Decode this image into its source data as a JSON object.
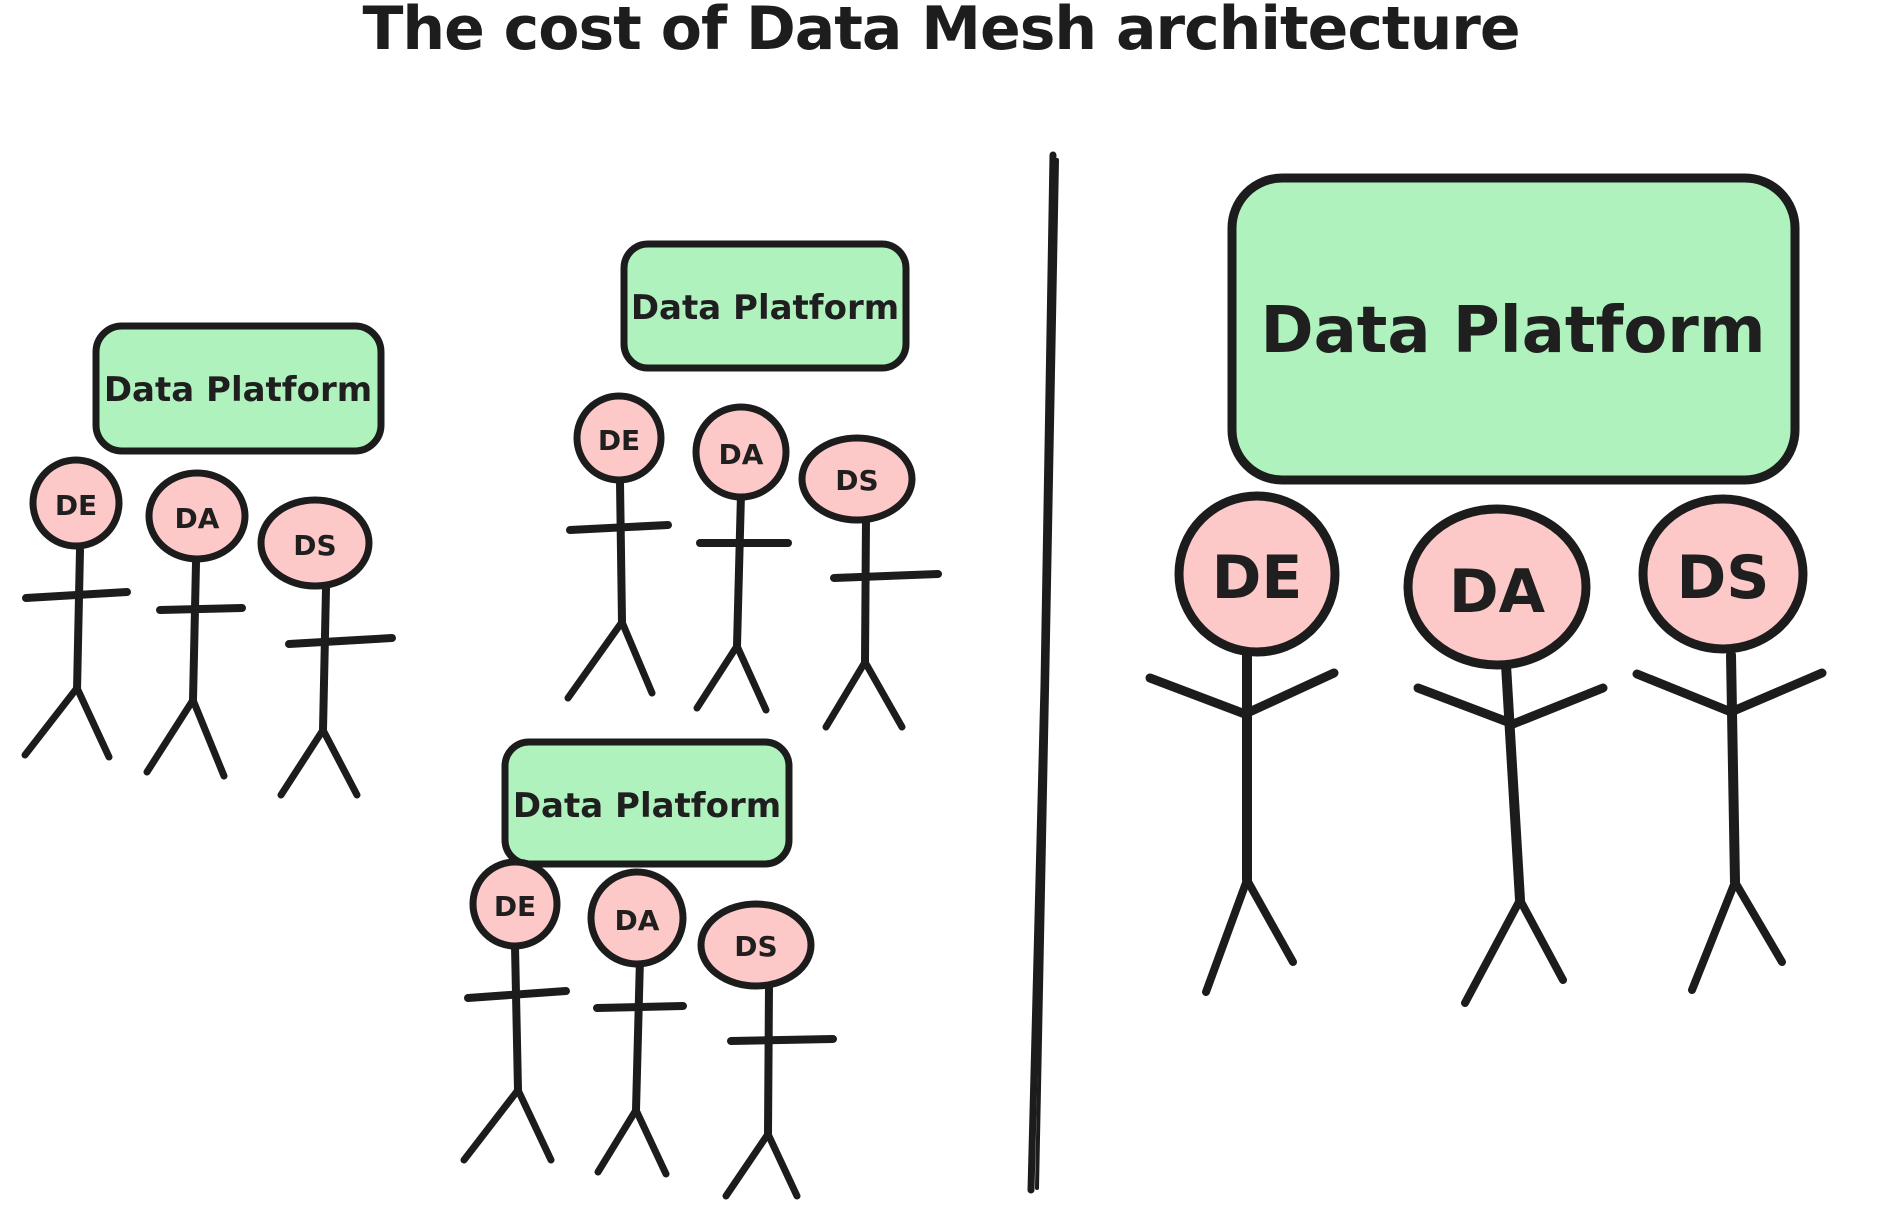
{
  "title": "The cost of Data Mesh architecture",
  "colors": {
    "platform_fill": "#b0f2be",
    "head_fill": "#fcc8c8",
    "stroke": "#1c1c1c"
  },
  "left_side": {
    "teams": [
      {
        "platform_label": "Data Platform",
        "people": [
          "DE",
          "DA",
          "DS"
        ]
      },
      {
        "platform_label": "Data Platform",
        "people": [
          "DE",
          "DA",
          "DS"
        ]
      },
      {
        "platform_label": "Data Platform",
        "people": [
          "DE",
          "DA",
          "DS"
        ]
      }
    ]
  },
  "right_side": {
    "platform_label": "Data Platform",
    "people": [
      "DE",
      "DA",
      "DS"
    ]
  }
}
